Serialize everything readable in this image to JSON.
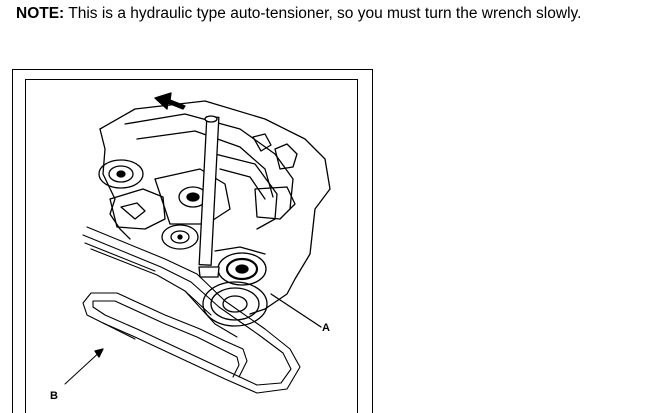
{
  "note": {
    "label": "NOTE:",
    "text": " This is a hydraulic type auto-tensioner, so you must turn the wrench slowly."
  },
  "figure": {
    "callout_a": "A",
    "callout_b": "B"
  }
}
